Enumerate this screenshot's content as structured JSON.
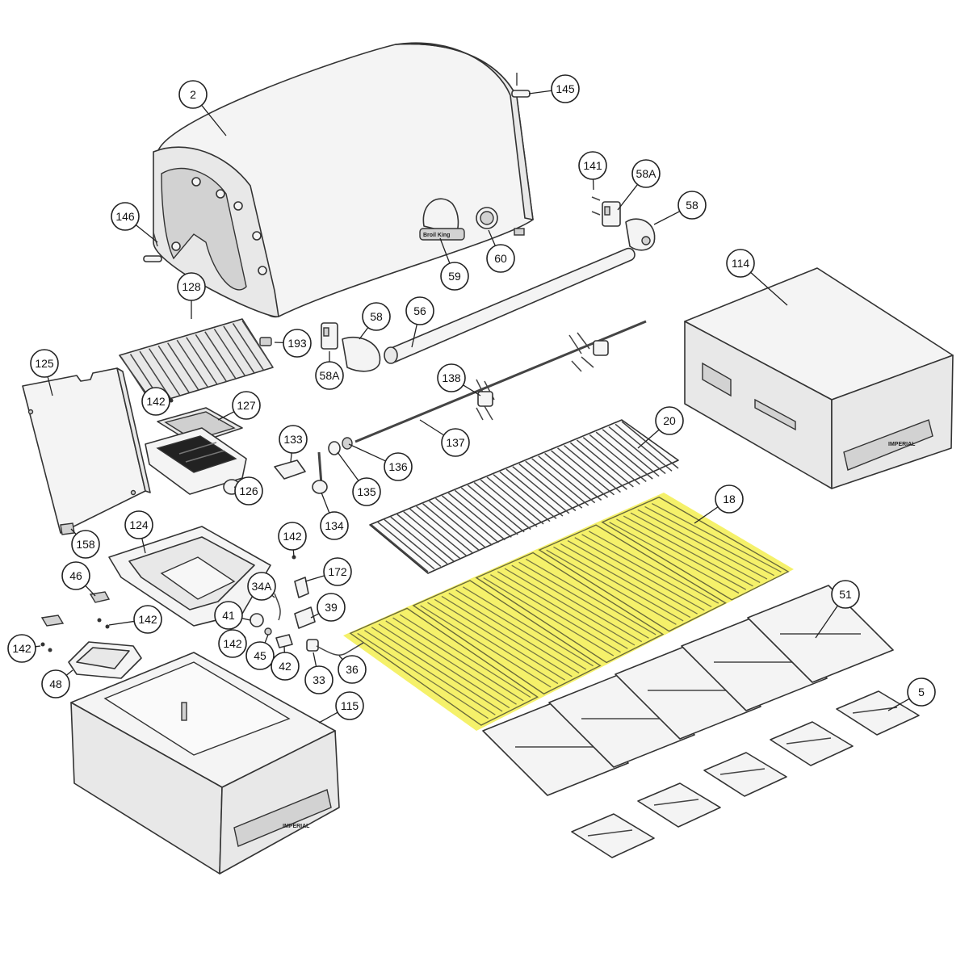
{
  "highlight_color": "#f3ee50",
  "callouts": [
    {
      "id": "2",
      "label": "2",
      "target": "firebox-lid"
    },
    {
      "id": "145",
      "label": "145",
      "target": "lid-hinge-pin"
    },
    {
      "id": "146",
      "label": "146",
      "target": "lid-end-cap-screw"
    },
    {
      "id": "141",
      "label": "141",
      "target": "rotisserie-bracket-screw"
    },
    {
      "id": "58A",
      "label": "58A",
      "target": "rotisserie-bracket-right"
    },
    {
      "id": "58",
      "label": "58",
      "target": "rotisserie-end-cap-right"
    },
    {
      "id": "59",
      "label": "59",
      "target": "lid-thermometer-bezel"
    },
    {
      "id": "60",
      "label": "60",
      "target": "lid-thermometer"
    },
    {
      "id": "114",
      "label": "114",
      "target": "right-side-shelf"
    },
    {
      "id": "128",
      "label": "128",
      "target": "side-burner-grate"
    },
    {
      "id": "193",
      "label": "193",
      "target": "lid-bumper"
    },
    {
      "id": "58b",
      "label": "58",
      "target": "rotisserie-end-cap-left"
    },
    {
      "id": "56",
      "label": "56",
      "target": "rotisserie-bar"
    },
    {
      "id": "58Ab",
      "label": "58A",
      "target": "rotisserie-bracket-left"
    },
    {
      "id": "125",
      "label": "125",
      "target": "side-burner-lid"
    },
    {
      "id": "142a",
      "label": "142",
      "target": "screw"
    },
    {
      "id": "127",
      "label": "127",
      "target": "infrared-burner-screen"
    },
    {
      "id": "126",
      "label": "126",
      "target": "side-burner"
    },
    {
      "id": "133",
      "label": "133",
      "target": "rotisserie-motor-bracket"
    },
    {
      "id": "138",
      "label": "138",
      "target": "rotisserie-forks"
    },
    {
      "id": "137",
      "label": "137",
      "target": "rotisserie-spit"
    },
    {
      "id": "136",
      "label": "136",
      "target": "spit-collar"
    },
    {
      "id": "135",
      "label": "135",
      "target": "spit-bushing"
    },
    {
      "id": "134",
      "label": "134",
      "target": "counterweight"
    },
    {
      "id": "20",
      "label": "20",
      "target": "warming-rack"
    },
    {
      "id": "158",
      "label": "158",
      "target": "side-burner-lid-hinge"
    },
    {
      "id": "124",
      "label": "124",
      "target": "side-burner-drip-tray"
    },
    {
      "id": "142b",
      "label": "142",
      "target": "screw"
    },
    {
      "id": "18",
      "label": "18",
      "target": "cooking-grids"
    },
    {
      "id": "172",
      "label": "172",
      "target": "igniter-electrode"
    },
    {
      "id": "34A",
      "label": "34A",
      "target": "side-burner-electrode"
    },
    {
      "id": "39",
      "label": "39",
      "target": "valve"
    },
    {
      "id": "46",
      "label": "46",
      "target": "bracket"
    },
    {
      "id": "41",
      "label": "41",
      "target": "knob-bezel"
    },
    {
      "id": "142c",
      "label": "142",
      "target": "screw"
    },
    {
      "id": "51",
      "label": "51",
      "target": "flav-r-wave"
    },
    {
      "id": "142d",
      "label": "142",
      "target": "screw"
    },
    {
      "id": "45",
      "label": "45",
      "target": "washer"
    },
    {
      "id": "142e",
      "label": "142",
      "target": "screw"
    },
    {
      "id": "42",
      "label": "42",
      "target": "valve-fitting"
    },
    {
      "id": "33",
      "label": "33",
      "target": "orifice"
    },
    {
      "id": "36",
      "label": "36",
      "target": "gas-hose"
    },
    {
      "id": "5",
      "label": "5",
      "target": "heat-tent"
    },
    {
      "id": "48",
      "label": "48",
      "target": "drip-cup"
    },
    {
      "id": "115",
      "label": "115",
      "target": "left-side-shelf"
    }
  ],
  "lid_logo": "Broil King",
  "shelf_logo": "IMPERIAL"
}
